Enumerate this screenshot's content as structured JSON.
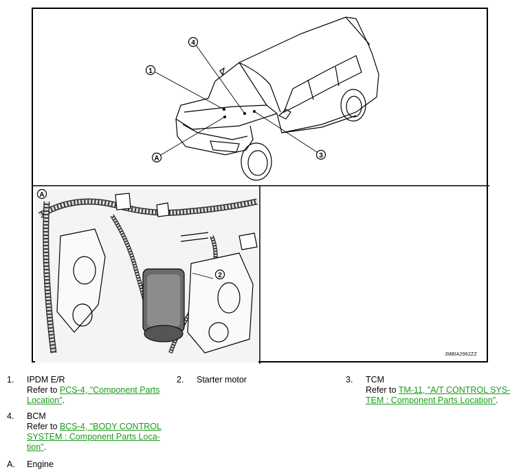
{
  "figure": {
    "code": "JMBIA2962ZZ",
    "callouts": {
      "c1": "1",
      "c2": "2",
      "c3": "3",
      "c4": "4",
      "cA": "A"
    },
    "inset_label": "A"
  },
  "items": [
    {
      "num": "1.",
      "title": "IPDM E/R",
      "ref_prefix": "Refer to ",
      "link_line1": "PCS-4, \"Component Parts",
      "link_line2": "Location\"",
      "ref_suffix": "."
    },
    {
      "num": "2.",
      "title": "Starter motor"
    },
    {
      "num": "3.",
      "title": "TCM",
      "ref_prefix": "Refer to ",
      "link_line1": "TM-11, \"A/T CONTROL SYS-",
      "link_line2": "TEM : Component Parts Location\"",
      "ref_suffix": "."
    },
    {
      "num": "4.",
      "title": "BCM",
      "ref_prefix": "Refer to ",
      "link_line1": "BCS-4, \"BODY CONTROL",
      "link_line2": "SYSTEM : Component Parts Loca-",
      "link_line3": "tion\"",
      "ref_suffix": "."
    },
    {
      "num": "A.",
      "title": "Engine"
    }
  ]
}
